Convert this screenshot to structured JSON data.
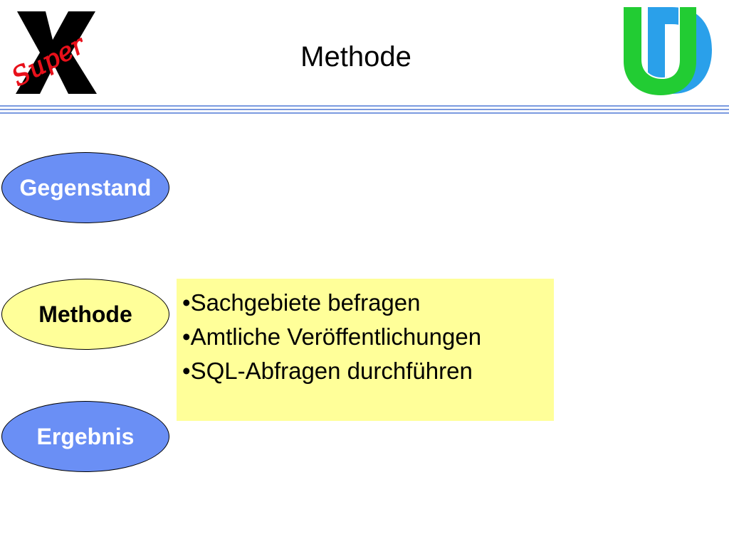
{
  "title": "Methode",
  "logos": {
    "left_text": "Super",
    "left_letter": "X"
  },
  "ellipses": [
    {
      "label": "Gegenstand",
      "style": "blue"
    },
    {
      "label": "Methode",
      "style": "yellow"
    },
    {
      "label": "Ergebnis",
      "style": "blue"
    }
  ],
  "content": {
    "bullet": "•",
    "items": [
      "Sachgebiete befragen",
      "Amtliche Veröffentlichungen",
      "SQL-Abfragen durchführen"
    ]
  },
  "colors": {
    "ellipse_blue": "#6a8ff5",
    "highlight_yellow": "#ffff99",
    "rule_blue": "#7a9ae0",
    "logo_green": "#22cc33",
    "logo_blue": "#2aa0ea",
    "logo_red": "#e8101a"
  },
  "icons": {
    "left_logo": "super-x-logo",
    "right_logo": "ud-logo"
  }
}
